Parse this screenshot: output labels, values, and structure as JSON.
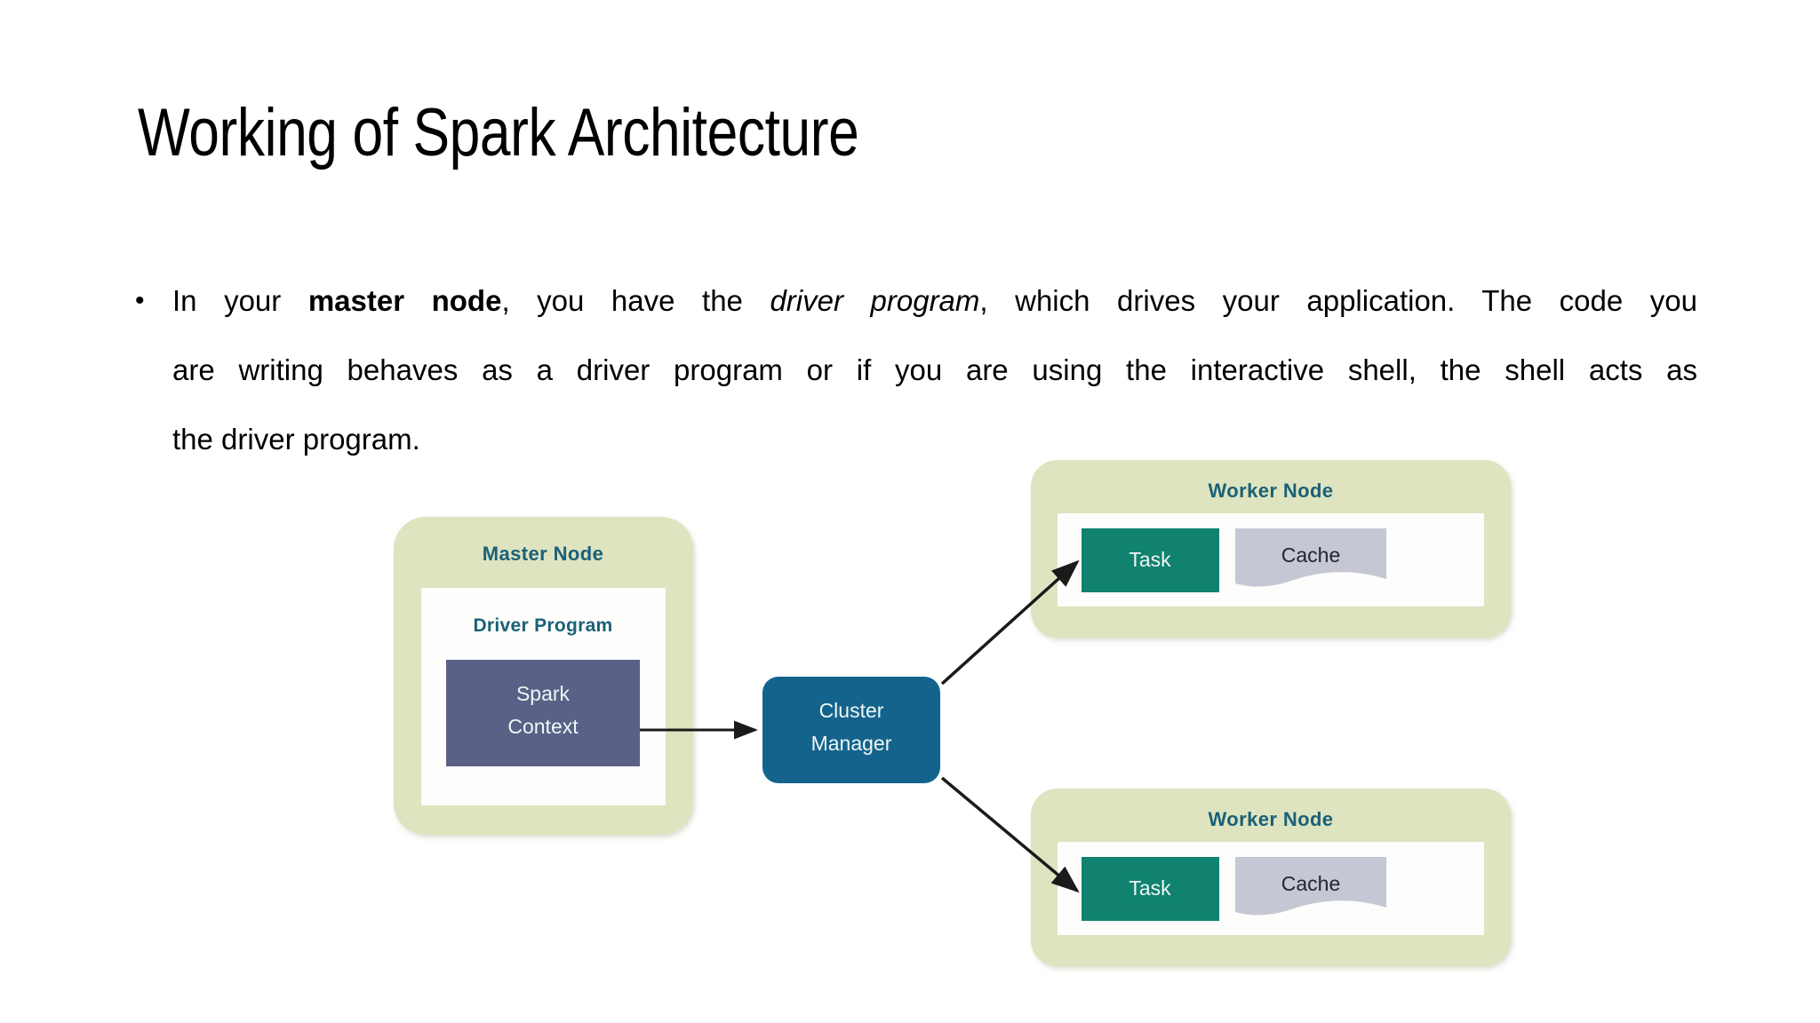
{
  "slide": {
    "title": "Working of Spark Architecture",
    "background_color": "#ffffff"
  },
  "body": {
    "bullet_marker": "•",
    "lines": [
      {
        "segments": [
          {
            "text": "In your ",
            "style": "normal"
          },
          {
            "text": "master node",
            "style": "bold"
          },
          {
            "text": ", you have the ",
            "style": "normal"
          },
          {
            "text": "driver program",
            "style": "italic"
          },
          {
            "text": ", which drives your application. The code you",
            "style": "normal"
          }
        ]
      },
      {
        "segments": [
          {
            "text": "are writing behaves as a driver program or if you are using the interactive shell, the shell acts as",
            "style": "normal"
          }
        ]
      },
      {
        "segments": [
          {
            "text": "the driver program.",
            "style": "normal"
          }
        ]
      }
    ]
  },
  "diagram": {
    "title": "Spark Architecture",
    "colors": {
      "node_fill": "#dde4bf",
      "node_fill_light": "#e4e9cd",
      "inner_white": "#fdfdfb",
      "label_teal": "#1b6078",
      "spark_context_fill": "#5a6186",
      "cluster_manager_fill": "#14638c",
      "task_fill": "#10826f",
      "cache_fill": "#c5c7d4",
      "arrow_color": "#1a1a1a",
      "text_light": "#eef6f6",
      "text_dark": "#22262e"
    },
    "master_node": {
      "label": "Master Node",
      "driver_program": {
        "label": "Driver Program",
        "spark_context": {
          "line1": "Spark",
          "line2": "Context"
        }
      }
    },
    "cluster_manager": {
      "line1": "Cluster",
      "line2": "Manager"
    },
    "worker_nodes": [
      {
        "label": "Worker Node",
        "task_label": "Task",
        "cache_label": "Cache"
      },
      {
        "label": "Worker Node",
        "task_label": "Task",
        "cache_label": "Cache"
      }
    ],
    "connections": [
      {
        "from": "spark-context",
        "to": "cluster-manager",
        "kind": "arrow"
      },
      {
        "from": "cluster-manager",
        "to": "worker-node-1-task",
        "kind": "arrow"
      },
      {
        "from": "cluster-manager",
        "to": "worker-node-2-task",
        "kind": "arrow"
      }
    ]
  }
}
